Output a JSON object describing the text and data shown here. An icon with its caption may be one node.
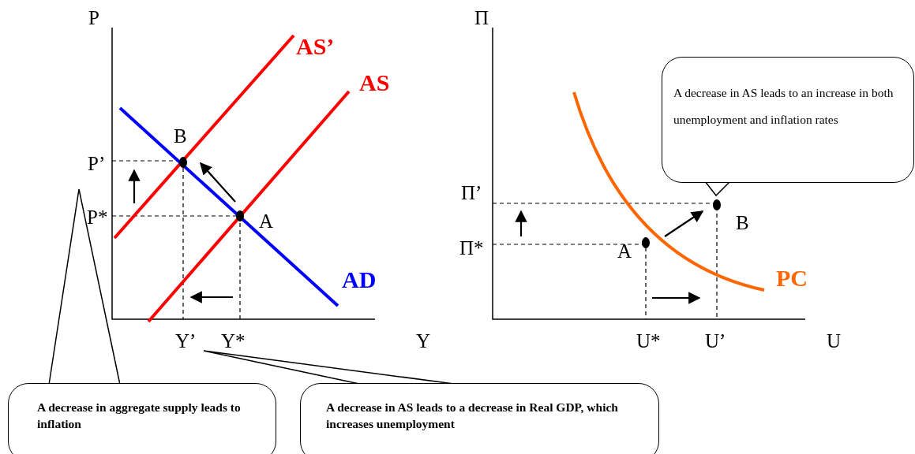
{
  "diagram": {
    "nodes": [
      {
        "text": [
          "A decrease in aggregate supply leads to inflation"
        ]
      },
      {
        "text": [
          "A decrease in AS leads to a decrease in Real GDP, which increases unemployment"
        ]
      },
      {
        "text": [
          "A decrease in AS leads to an increase in both unemployment and inflation rates"
        ]
      }
    ],
    "labels": [
      "P",
      "AS’",
      "AS",
      "B",
      "P’",
      "P*",
      "A",
      "AD",
      "Y’",
      "Y*",
      "Y",
      "Π",
      "Π’",
      "B",
      "Π*",
      "A",
      "PC",
      "U*",
      "U’",
      "U"
    ]
  }
}
